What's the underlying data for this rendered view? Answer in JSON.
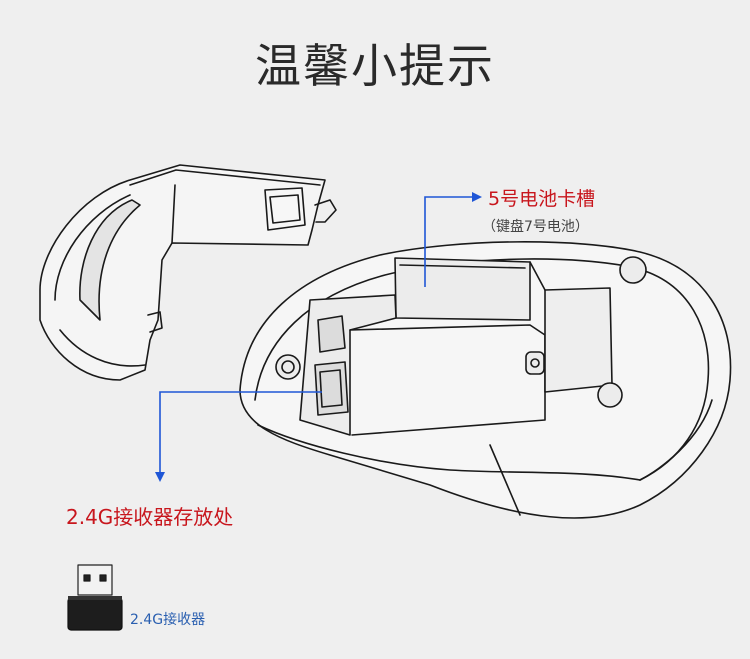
{
  "title": "温馨小提示",
  "callouts": {
    "battery_slot": "5号电池卡槽",
    "battery_slot_note": "（键盘7号电池）",
    "receiver_storage": "2.4G接收器存放处",
    "receiver": "2.4G接收器"
  },
  "colors": {
    "title": "#2a2a2a",
    "callout_red": "#c8161d",
    "callout_blue": "#2a5fb0",
    "arrow_blue": "#1f56d6",
    "line_art": "#1a1a1a",
    "background": "#efefef"
  },
  "icons": {
    "mouse_cover": "mouse-cover-line-art",
    "mouse_body": "mouse-underside-line-art",
    "usb_receiver": "usb-receiver-icon"
  }
}
